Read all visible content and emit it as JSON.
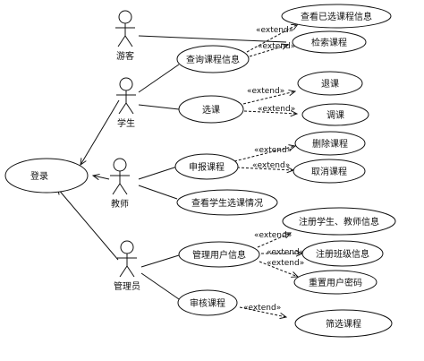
{
  "actors": {
    "guest": "游客",
    "student": "学生",
    "teacher": "教师",
    "admin": "管理员"
  },
  "use_cases": {
    "login": "登录",
    "view_selected": "查看已选课程信息",
    "search_course": "检索课程",
    "query_course": "查询课程信息",
    "drop_course": "退课",
    "select_course": "选课",
    "switch_course": "调课",
    "declare_course": "申报课程",
    "delete_course": "删除课程",
    "cancel_course": "取消课程",
    "view_student_selection": "查看学生选课情况",
    "register": "注册学生、教师信息",
    "manage_user": "管理用户信息",
    "register_class": "注册班级信息",
    "reset_password": "重置用户密码",
    "review_course": "审核课程",
    "filter_course": "筛选课程"
  },
  "relations": {
    "extend_label": "«extend»"
  }
}
